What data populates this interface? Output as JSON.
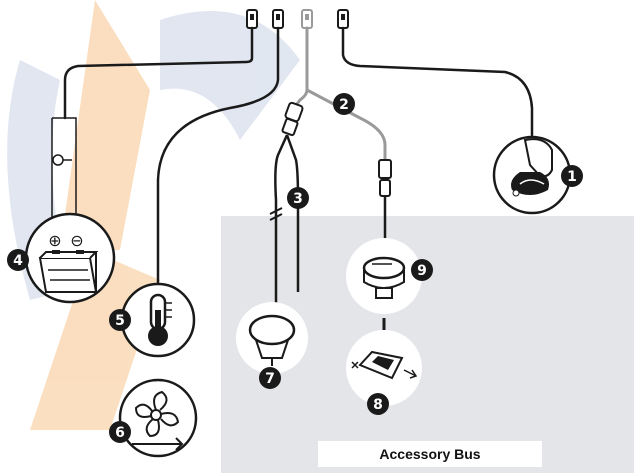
{
  "accessory_bus_label": "Accessory Bus",
  "callouts": {
    "c1": "1",
    "c2": "2",
    "c3": "3",
    "c4": "4",
    "c5": "5",
    "c6": "6",
    "c7": "7",
    "c8": "8",
    "c9": "9"
  },
  "battery_symbols": {
    "plus": "⊕",
    "minus": "⊖"
  },
  "colors": {
    "bus_panel": "#e4e5e8",
    "cable_black": "#1a1a1a",
    "cable_gray": "#9a9a9a",
    "watermark_orange": "#f6c48c",
    "watermark_blue": "#c9d3e6"
  }
}
